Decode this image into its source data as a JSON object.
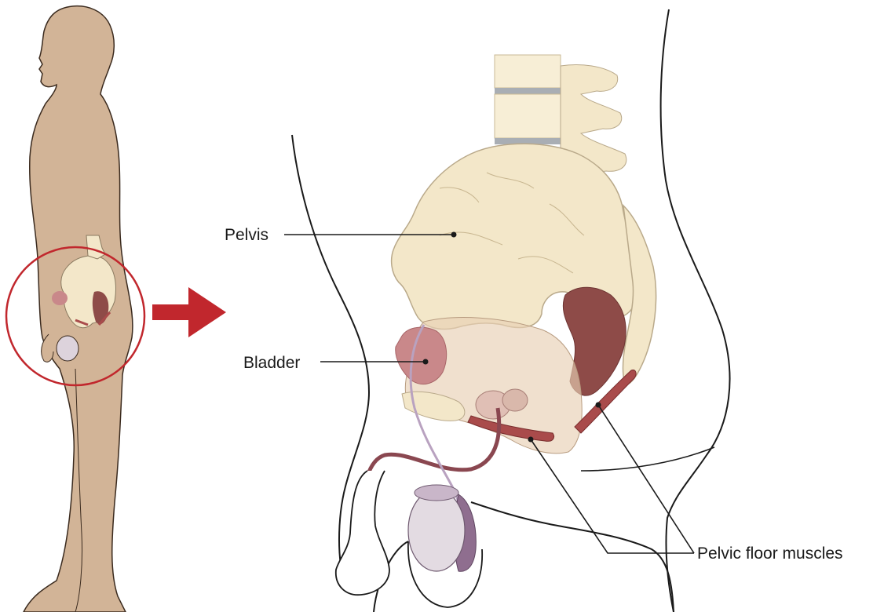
{
  "labels": {
    "pelvis": "Pelvis",
    "bladder": "Bladder",
    "pelvic_floor_muscles": "Pelvic floor muscles"
  },
  "colors": {
    "skin": "#d2b497",
    "bone": "#f3e7c9",
    "bone_stroke": "#b9a98a",
    "muscle": "#a94b4b",
    "bladder": "#c9888a",
    "prostate": "#e0bfb5",
    "testis": "#e3dbe2",
    "arrow_red": "#c1272d",
    "outline": "#1a1a1a",
    "vas": "#8a4750"
  }
}
